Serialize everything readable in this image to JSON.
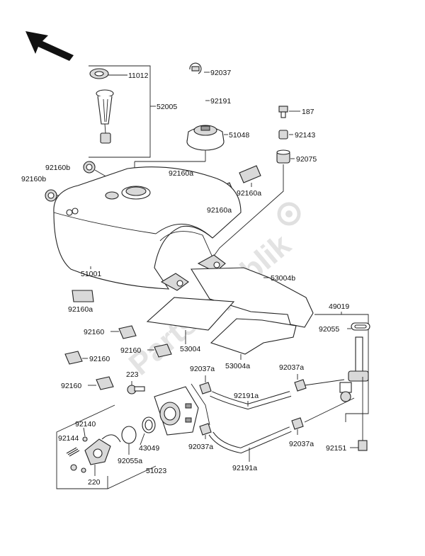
{
  "watermark": "Partsrepublik",
  "labels": {
    "l11012": "11012",
    "l52005": "52005",
    "l92037": "92037",
    "l92191": "92191",
    "l51048": "51048",
    "l187": "187",
    "l92143": "92143",
    "l92075": "92075",
    "l92160b_1": "92160b",
    "l92160b_2": "92160b",
    "l92160a_1": "92160a",
    "l92160a_2": "92160a",
    "l92160a_3": "92160a",
    "l92160a_4": "92160a",
    "l51001": "51001",
    "l53004b": "53004b",
    "l49019": "49019",
    "l92055": "92055",
    "l92160_1": "92160",
    "l92160_2": "92160",
    "l92160_3": "92160",
    "l92160_4": "92160",
    "l53004": "53004",
    "l53004a": "53004a",
    "l223": "223",
    "l92037a_1": "92037a",
    "l92037a_2": "92037a",
    "l92037a_3": "92037a",
    "l92037a_4": "92037a",
    "l92191a_1": "92191a",
    "l92191a_2": "92191a",
    "l92140": "92140",
    "l92144": "92144",
    "l43049": "43049",
    "l92055a": "92055a",
    "l51023": "51023",
    "l220": "220",
    "l92151": "92151"
  }
}
